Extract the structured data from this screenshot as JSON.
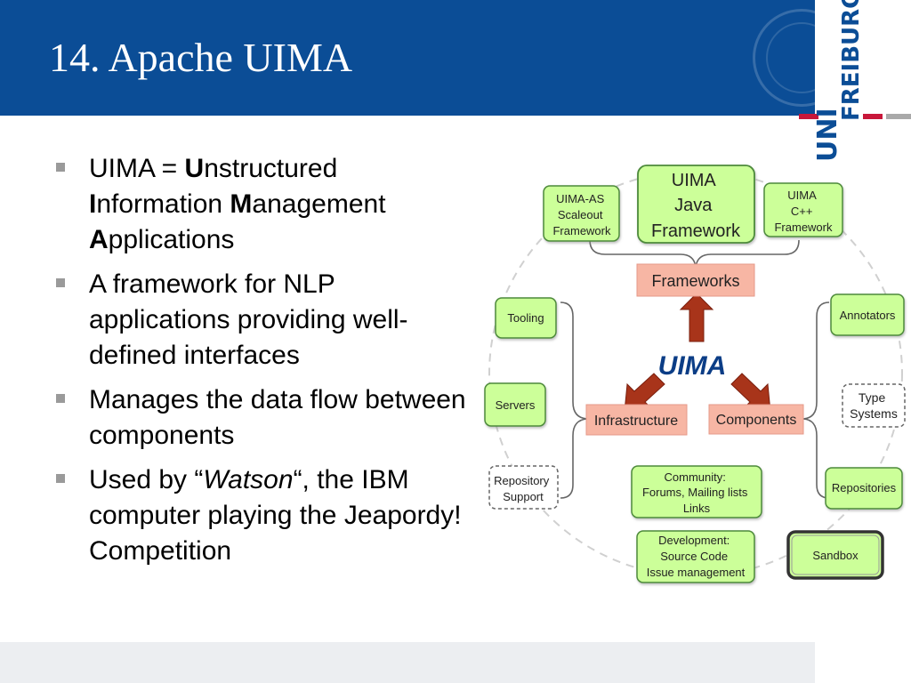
{
  "slide": {
    "title": "14. Apache UIMA",
    "logo": {
      "line1": "UNI",
      "line2": "FREIBURG"
    }
  },
  "bullets": [
    {
      "parts": [
        {
          "t": "UIMA = ",
          "b": false,
          "i": false
        },
        {
          "t": "U",
          "b": true,
          "i": false
        },
        {
          "t": "nstructured",
          "b": false,
          "i": false
        },
        {
          "t": "I",
          "b": true,
          "i": false
        },
        {
          "t": "nformation ",
          "b": false,
          "i": false
        },
        {
          "t": "M",
          "b": true,
          "i": false
        },
        {
          "t": "anagement",
          "b": false,
          "i": false
        },
        {
          "t": "A",
          "b": true,
          "i": false
        },
        {
          "t": "pplications",
          "b": false,
          "i": false
        }
      ]
    },
    {
      "parts": [
        {
          "t": "A framework for NLP applications providing well-defined interfaces",
          "b": false,
          "i": false
        }
      ]
    },
    {
      "parts": [
        {
          "t": "Manages the data flow between components",
          "b": false,
          "i": false
        }
      ]
    },
    {
      "parts": [
        {
          "t": "Used by “",
          "b": false,
          "i": false
        },
        {
          "t": "Watson",
          "b": false,
          "i": true
        },
        {
          "t": "“, the IBM computer playing the Jeapordy! Competition",
          "b": false,
          "i": false
        }
      ]
    }
  ],
  "bullet_breaks": [
    [
      "UIMA = ",
      "Unstructured"
    ],
    [
      "Information Management"
    ],
    [
      "Applications"
    ]
  ],
  "diagram": {
    "center": "UIMA",
    "hubs": {
      "frameworks": "Frameworks",
      "infrastructure": "Infrastructure",
      "components": "Components"
    },
    "nodes": {
      "uima_as": [
        "UIMA-AS",
        "Scaleout",
        "Framework"
      ],
      "uima_java": [
        "UIMA",
        "Java",
        "Framework"
      ],
      "uima_cpp": [
        "UIMA",
        "C++",
        "Framework"
      ],
      "tooling": [
        "Tooling"
      ],
      "servers": [
        "Servers"
      ],
      "repository_support": [
        "Repository",
        "Support"
      ],
      "annotators": [
        "Annotators"
      ],
      "type_systems": [
        "Type",
        "Systems"
      ],
      "repositories": [
        "Repositories"
      ],
      "community": [
        "Community:",
        "Forums, Mailing lists",
        "Links"
      ],
      "development": [
        "Development:",
        "Source Code",
        "Issue management"
      ],
      "sandbox": [
        "Sandbox"
      ]
    },
    "colors": {
      "header": "#0b4d96",
      "node_fill": "#ccff99",
      "node_stroke": "#4d8a3a",
      "hub_fill": "#f7b6a4",
      "arrow": "#a8341a",
      "ring": "#d0d0d0"
    }
  }
}
